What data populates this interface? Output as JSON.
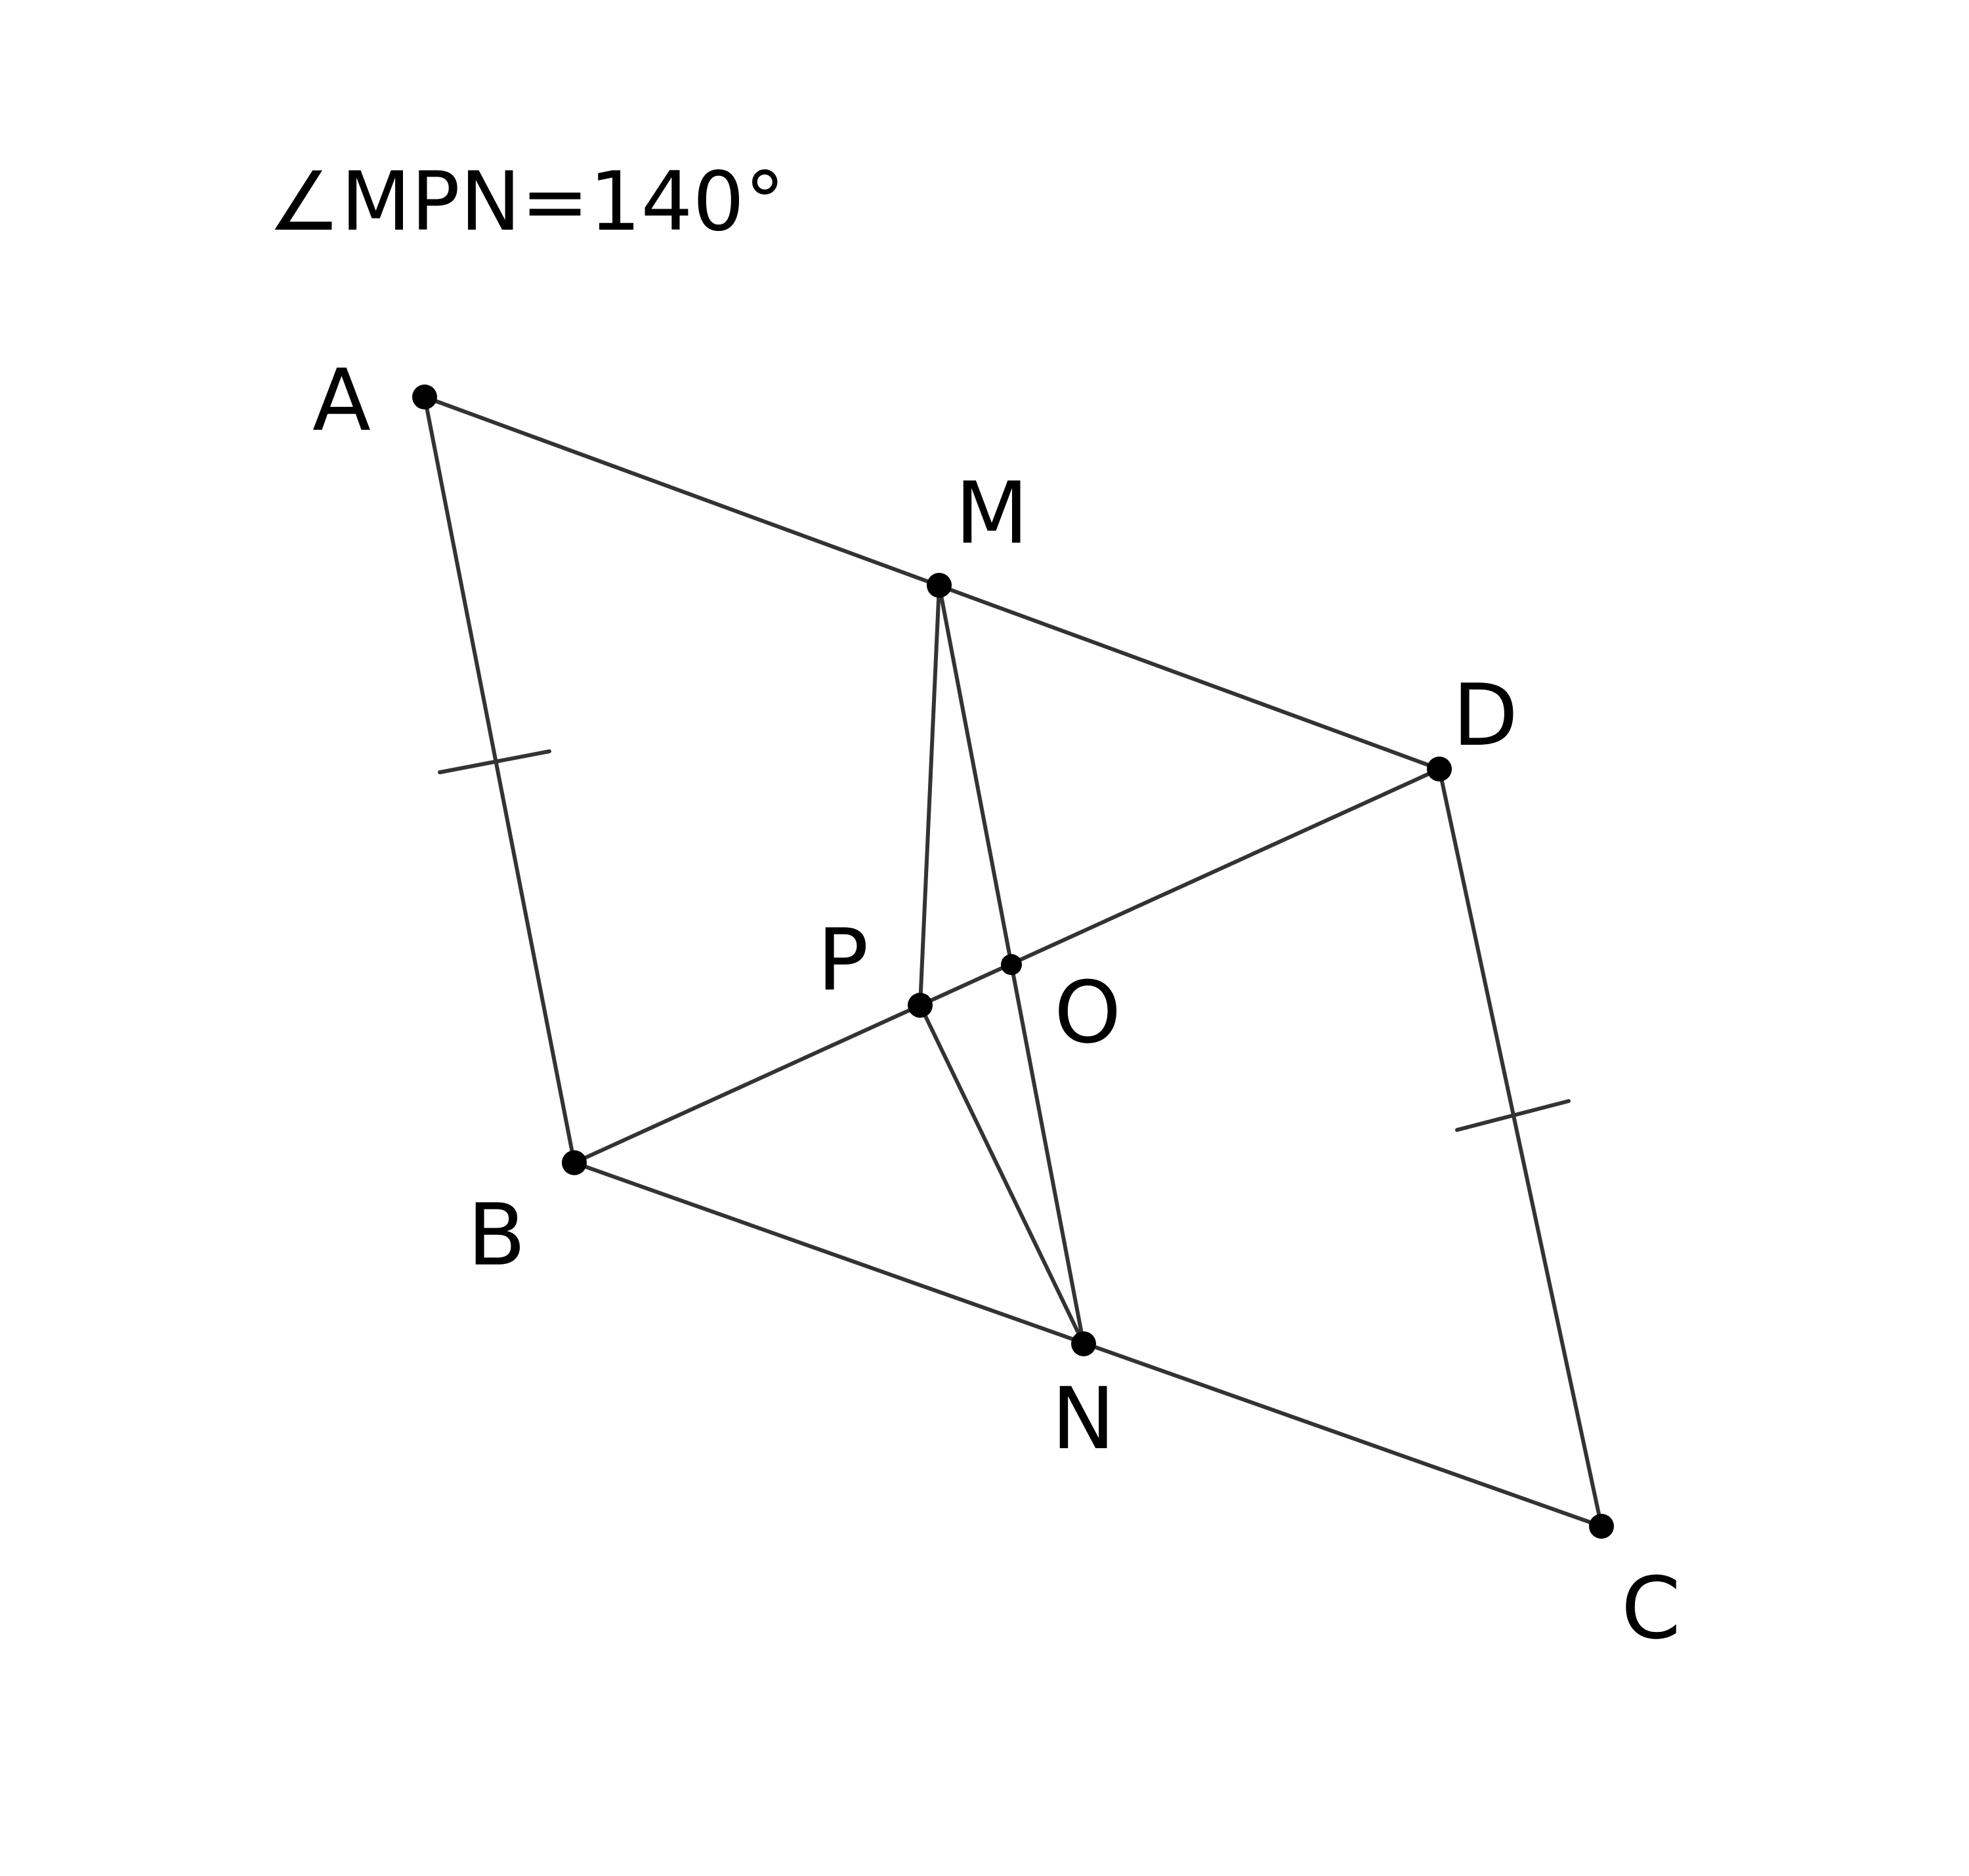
{
  "annotation": "∠MPN=140°",
  "points": {
    "A": "A",
    "B": "B",
    "C": "C",
    "D": "D",
    "M": "M",
    "N": "N",
    "P": "P",
    "O": "O"
  },
  "colors": {
    "line": "#333333",
    "point": "#000000",
    "background": "#ffffff"
  }
}
